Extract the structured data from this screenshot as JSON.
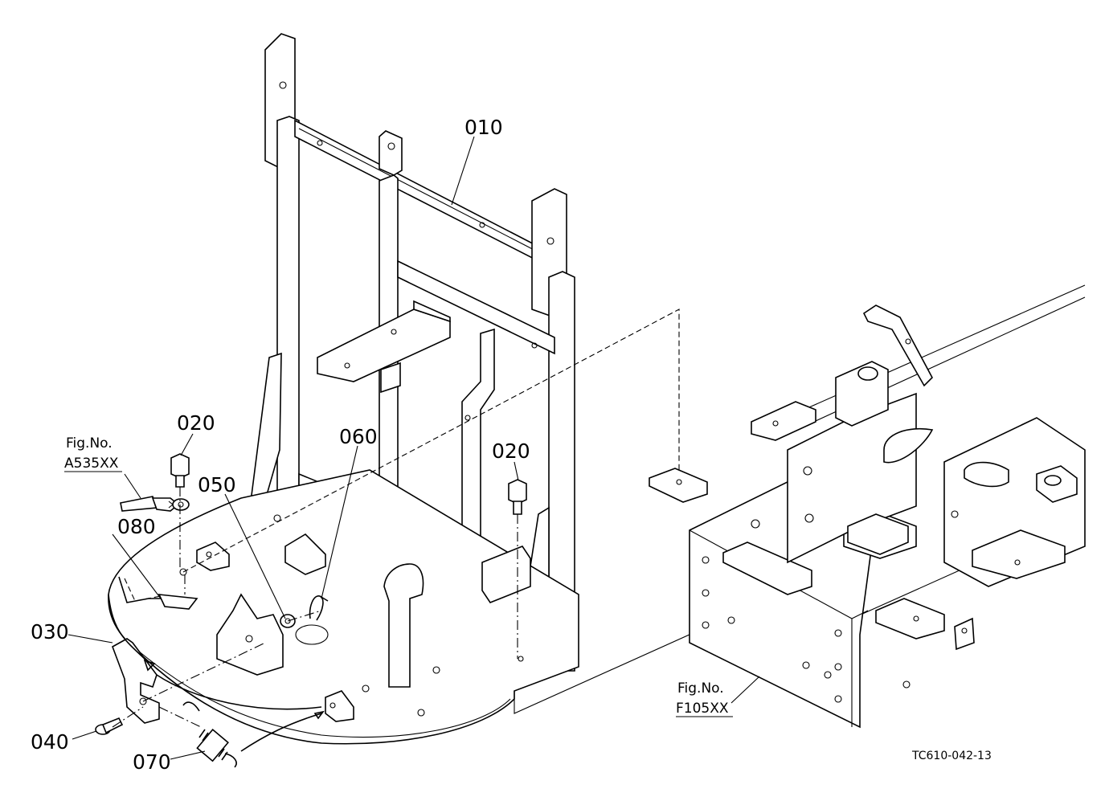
{
  "diagram": {
    "callouts": {
      "c010": "010",
      "c020a": "020",
      "c020b": "020",
      "c030": "030",
      "c040": "040",
      "c050": "050",
      "c060": "060",
      "c070": "070",
      "c080": "080"
    },
    "figrefs": {
      "left": {
        "label": "Fig.No.",
        "number": "A535XX"
      },
      "right": {
        "label": "Fig.No.",
        "number": "F105XX"
      }
    },
    "drawing_code": "TC610-042-13"
  }
}
